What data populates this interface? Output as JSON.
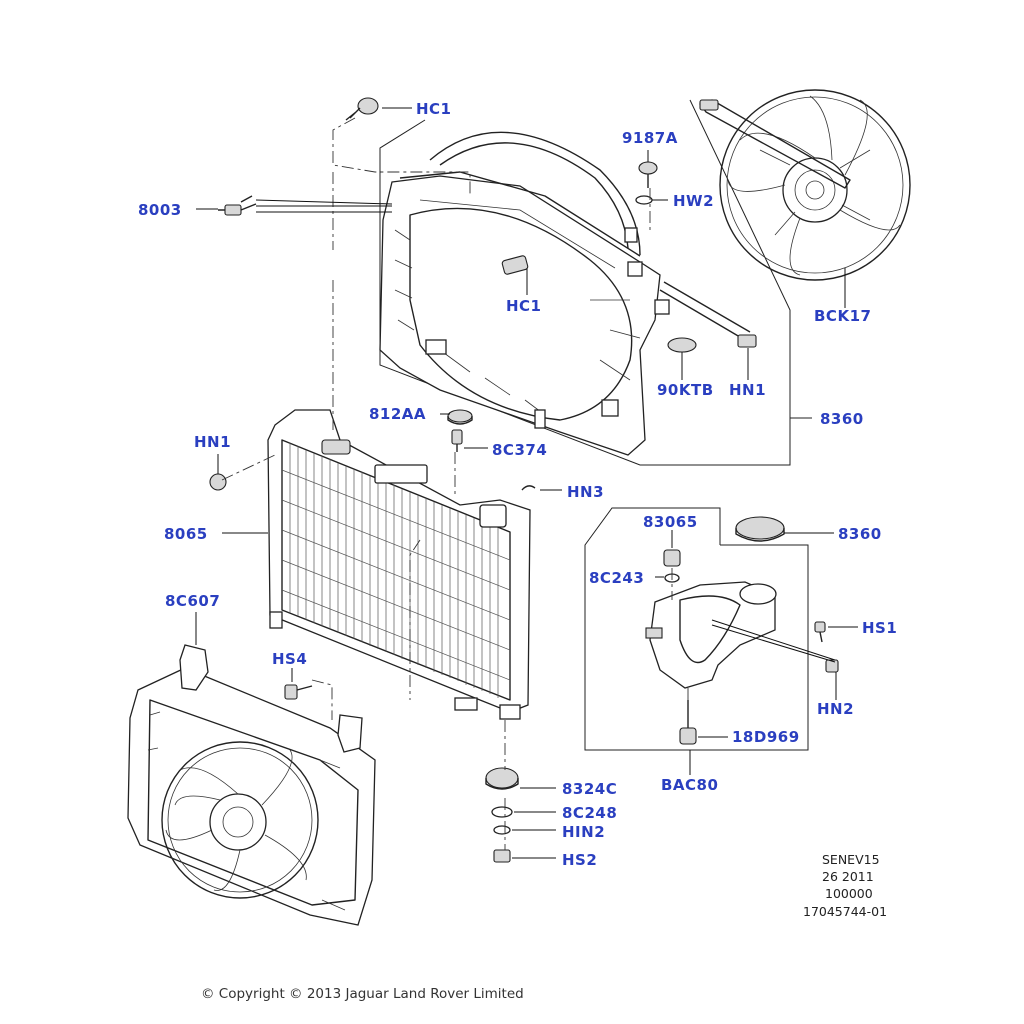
{
  "callouts": {
    "hc1_top": "HC1",
    "p9187a": "9187A",
    "p8003": "8003",
    "hw2": "HW2",
    "hc1_mid": "HC1",
    "bck17": "BCK17",
    "p90ktb": "90KTB",
    "hn1_right": "HN1",
    "p8360_top": "8360",
    "p812aa": "812AA",
    "p8c374": "8C374",
    "hn1_left": "HN1",
    "hn3": "HN3",
    "p8065": "8065",
    "p83065": "83065",
    "p8360_mid": "8360",
    "p8c243": "8C243",
    "hs1": "HS1",
    "p8c607": "8C607",
    "hs4": "HS4",
    "hn2_right": "HN2",
    "p18d969": "18D969",
    "bac80": "BAC80",
    "p8324c": "8324C",
    "p8c248": "8C248",
    "hn2_bottom": "HIN2",
    "hs2": "HS2"
  },
  "meta": {
    "line1": "SENEV15",
    "line2": "26 2011",
    "line3": "100000",
    "line4": "17045744-01"
  },
  "copyright": "© Copyright © 2013 Jaguar Land Rover Limited",
  "colors": {
    "callout": "#2a3fc0",
    "line": "#222222",
    "background": "#ffffff"
  }
}
